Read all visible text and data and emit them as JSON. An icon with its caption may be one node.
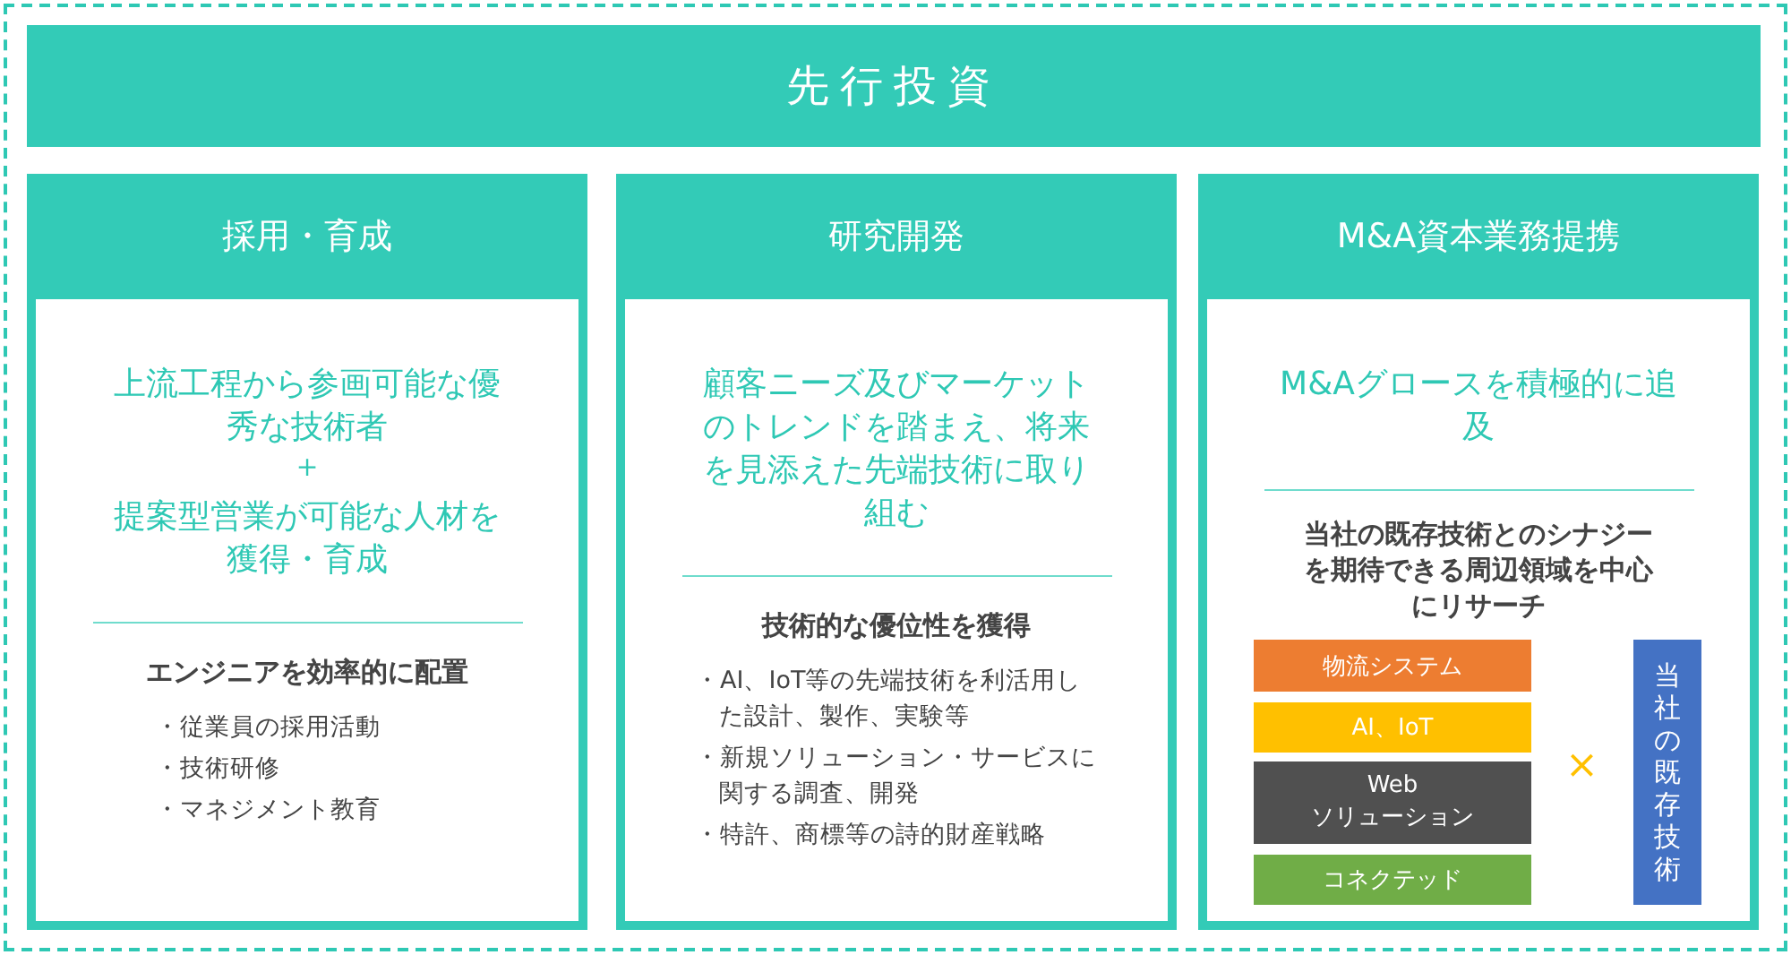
{
  "diagram": {
    "nodes": [
      {
        "text": [
          "先行投資"
        ]
      },
      {
        "text": [
          "採用・育成",
          "上流工程から参画可能な優秀な技術者",
          "＋",
          "提案型営業が可能な人材を獲得・育成",
          "エンジニアを効率的に配置",
          "・従業員の採用活動",
          "・技術研修",
          "・マネジメント教育"
        ]
      },
      {
        "text": [
          "研究開発",
          "顧客ニーズ及びマーケットのトレンドを踏まえ、将来を見添えた先端技術に取り組む",
          "技術的な優位性を獲得",
          "・AI、IoT等の先端技術を利活用した設計、製作、実験等",
          "・新規ソリューション・サービスに関する調査、開発",
          "・特許、商標等の詩的財産戦略"
        ]
      },
      {
        "text": [
          "M&A資本業務提携",
          "M&Aグロースを積極的に追及",
          "当社の既存技術とのシナジーを期待できる周辺領域を中心にリサーチ"
        ]
      },
      {
        "text": [
          "物流システム"
        ],
        "in": 3
      },
      {
        "text": [
          "AI、IoT"
        ],
        "in": 3
      },
      {
        "text": [
          "Web ソリューション"
        ],
        "in": 3
      },
      {
        "text": [
          "コネクテッド"
        ],
        "in": 3
      },
      {
        "text": [
          "当社の既存技術"
        ],
        "in": 3
      }
    ],
    "edges": [],
    "labels": [
      "×"
    ]
  }
}
